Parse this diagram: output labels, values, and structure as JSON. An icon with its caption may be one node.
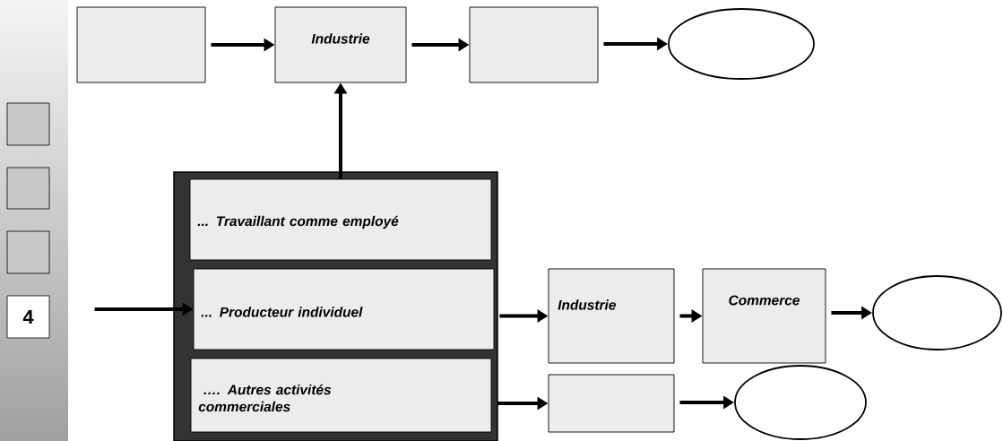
{
  "diagram": {
    "nodes": [
      {
        "text": [],
        "shape": "box"
      },
      {
        "text": [
          "Industrie"
        ]
      },
      {
        "text": [],
        "shape": "box"
      },
      {
        "text": [],
        "shape": "circle"
      },
      {
        "text": [],
        "shape": "box"
      },
      {
        "text": [
          "... Travaillant comme employé"
        ],
        "in": 4
      },
      {
        "text": [
          "... Producteur individuel"
        ],
        "in": 4
      },
      {
        "text": [
          " …. Autres activités commerciales"
        ],
        "in": 4
      },
      {
        "text": [
          "Industrie"
        ]
      },
      {
        "text": [
          "Commerce"
        ]
      },
      {
        "text": [],
        "shape": "circle"
      },
      {
        "text": [],
        "shape": "box"
      },
      {
        "text": [],
        "shape": "circle"
      },
      {
        "text": [],
        "shape": "box"
      },
      {
        "text": [],
        "shape": "box"
      },
      {
        "text": [],
        "shape": "box"
      },
      {
        "text": [
          "4"
        ]
      }
    ],
    "edges": [
      {
        "from": 0,
        "to": 1,
        "arrow": "to"
      },
      {
        "from": 1,
        "to": 2,
        "arrow": "to"
      },
      {
        "from": 2,
        "to": 3,
        "arrow": "to"
      },
      {
        "from": 5,
        "to": 1,
        "arrow": "to"
      },
      {
        "from": null,
        "to": 6,
        "arrow": "to"
      },
      {
        "from": 6,
        "to": 8,
        "arrow": "to"
      },
      {
        "from": 8,
        "to": 9,
        "arrow": "to"
      },
      {
        "from": 9,
        "to": 10,
        "arrow": "to"
      },
      {
        "from": 7,
        "to": 11,
        "arrow": "to"
      },
      {
        "from": 11,
        "to": 12,
        "arrow": "to"
      }
    ]
  }
}
